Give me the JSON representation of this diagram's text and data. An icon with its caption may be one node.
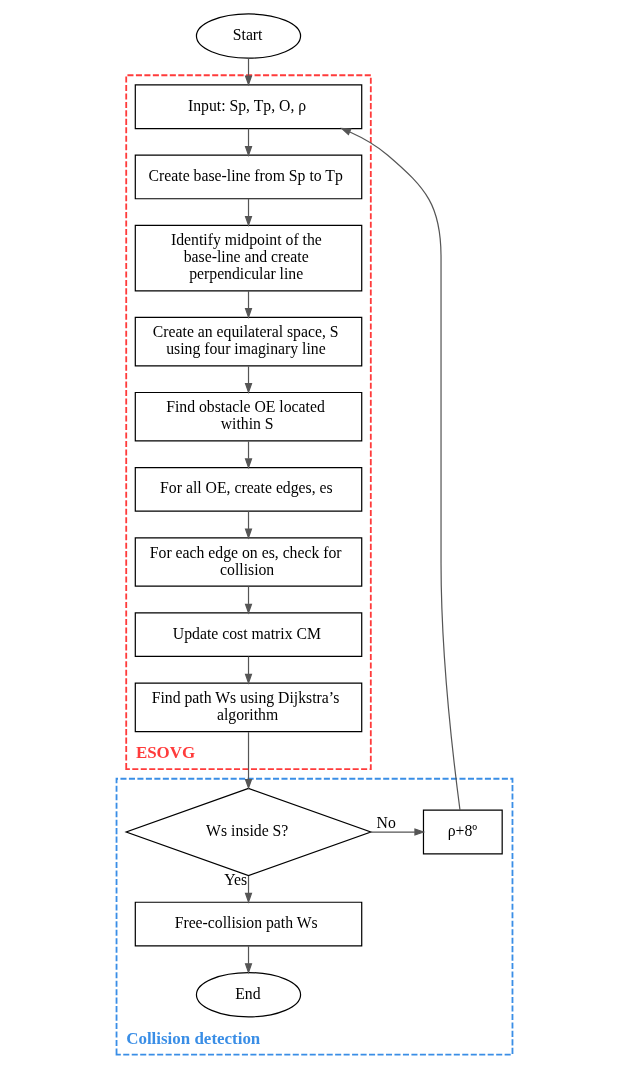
{
  "diagram": {
    "nodes": [
      {
        "text": [
          "Start"
        ]
      },
      {
        "text": [
          "ESOVG"
        ]
      },
      {
        "text": [
          "Input: Sp, Tp, O, ρ"
        ],
        "in": 1
      },
      {
        "text": [
          "Create base-line from Sp to Tp"
        ],
        "in": 1
      },
      {
        "text": [
          "Identify midpoint of the base-line and create perpendicular line"
        ],
        "in": 1
      },
      {
        "text": [
          "Create an equilateral space, S using four imaginary line"
        ],
        "in": 1
      },
      {
        "text": [
          "Find obstacle OE located within S"
        ],
        "in": 1
      },
      {
        "text": [
          "For all OE, create edges, es"
        ],
        "in": 1
      },
      {
        "text": [
          "For each edge on es, check for collision"
        ],
        "in": 1
      },
      {
        "text": [
          "Update cost matrix CM"
        ],
        "in": 1
      },
      {
        "text": [
          "Find path Ws using Dijkstra’s algorithm"
        ],
        "in": 1
      },
      {
        "text": [
          "Collision detection"
        ]
      },
      {
        "text": [
          "Ws inside S?"
        ],
        "in": 11
      },
      {
        "text": [
          "ρ+8º"
        ],
        "in": 11
      },
      {
        "text": [
          "Free-collision path Ws"
        ],
        "in": 11
      },
      {
        "text": [
          "End"
        ],
        "in": 11
      }
    ],
    "edges": [
      {
        "from": 0,
        "to": 2,
        "arrow": "to"
      },
      {
        "from": 2,
        "to": 3,
        "arrow": "to"
      },
      {
        "from": 3,
        "to": 4,
        "arrow": "to"
      },
      {
        "from": 4,
        "to": 5,
        "arrow": "to"
      },
      {
        "from": 5,
        "to": 6,
        "arrow": "to"
      },
      {
        "from": 6,
        "to": 7,
        "arrow": "to"
      },
      {
        "from": 7,
        "to": 8,
        "arrow": "to"
      },
      {
        "from": 8,
        "to": 9,
        "arrow": "to"
      },
      {
        "from": 9,
        "to": 10,
        "arrow": "to"
      },
      {
        "from": 10,
        "to": 12,
        "arrow": "to"
      },
      {
        "from": 12,
        "to": 13,
        "arrow": "to",
        "label": "No"
      },
      {
        "from": 13,
        "to": 2,
        "arrow": "to"
      },
      {
        "from": 12,
        "to": 14,
        "arrow": "to",
        "label": "Yes"
      },
      {
        "from": 14,
        "to": 15,
        "arrow": "to"
      }
    ]
  }
}
